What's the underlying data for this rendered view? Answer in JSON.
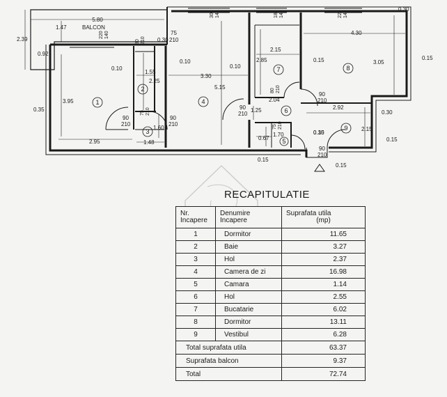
{
  "plan": {
    "balcony_label": "BALCON",
    "rooms": [
      "1",
      "2",
      "3",
      "4",
      "5",
      "6",
      "7",
      "8",
      "9"
    ],
    "dims": {
      "balc_w": "5.80",
      "balc_h": "2.39",
      "balc_d1": "1.47",
      "balc_d2": "0.92",
      "win_a": "220",
      "win_b": "140",
      "win_c": "300",
      "win_d": "140",
      "win_e": "180",
      "win_f": "140",
      "win_g": "220",
      "win_h": "140",
      "top_r": "0.30",
      "r1_w": "2.95",
      "r1_h": "3.95",
      "l_035": "0.35",
      "r2_010a": "0.10",
      "r2_w": "1.55",
      "r2_h": "2.25",
      "r2_010b": "0.10",
      "door_80": "80",
      "door_210a": "210",
      "door_75a": "75",
      "door_210b": "210",
      "d_030a": "0.30",
      "r4_w": "3.30",
      "r4_h": "5.15",
      "d_90a": "90",
      "d_210c": "210",
      "d_75b": "75",
      "d_210d": "210",
      "r3_h": "1.60",
      "d_90b": "90",
      "d_210e": "210",
      "r3_w": "1.48",
      "r7_010": "0.10",
      "r7_h": "2.85",
      "r7_w": "2.15",
      "d_80b": "80",
      "d_210f": "210",
      "r6_w": "2.04",
      "r6_h": "1.25",
      "d_90c": "90",
      "d_210g": "210",
      "r5_h": "1.70",
      "r5_w": "0.67",
      "d_75c": "75",
      "d_210h": "210",
      "r5_015a": "0.15",
      "r5_015b": "0.15",
      "r8_w": "4.30",
      "r8_015": "0.15",
      "r8_h": "3.05",
      "r8_015r": "0.15",
      "d_90d": "90",
      "d_210i": "210",
      "r9_w": "2.92",
      "r9_030": "0.30",
      "r9_h": "2.15",
      "r9_015r": "0.15",
      "r9_030b": "0.30",
      "d_90e": "90",
      "d_210j": "210",
      "r9_015b": "0.15"
    }
  },
  "recap": {
    "title": "RECAPITULATIE",
    "headers": {
      "nr": [
        "Nr.",
        "Incapere"
      ],
      "name": [
        "Denumire",
        "Incapere"
      ],
      "area": [
        "Suprafata utila",
        "(mp)"
      ]
    },
    "rows": [
      {
        "nr": "1",
        "name": "Dormitor",
        "area": "11.65"
      },
      {
        "nr": "2",
        "name": "Baie",
        "area": "3.27"
      },
      {
        "nr": "3",
        "name": "Hol",
        "area": "2.37"
      },
      {
        "nr": "4",
        "name": "Camera de zi",
        "area": "16.98"
      },
      {
        "nr": "5",
        "name": "Camara",
        "area": "1.14"
      },
      {
        "nr": "6",
        "name": "Hol",
        "area": "2.55"
      },
      {
        "nr": "7",
        "name": "Bucatarie",
        "area": "6.02"
      },
      {
        "nr": "8",
        "name": "Dormitor",
        "area": "13.11"
      },
      {
        "nr": "9",
        "name": "Vestibul",
        "area": "6.28"
      }
    ],
    "totals": [
      {
        "label": "Total suprafata utila",
        "value": "63.37"
      },
      {
        "label": "Suprafata balcon",
        "value": "9.37"
      },
      {
        "label": "Total",
        "value": "72.74"
      }
    ]
  }
}
